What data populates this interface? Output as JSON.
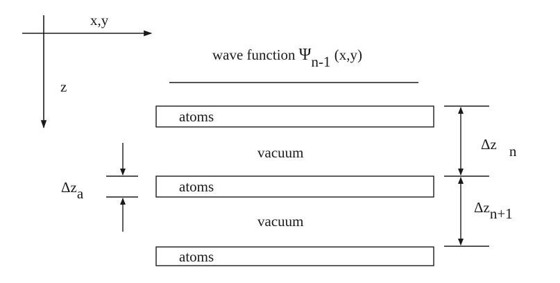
{
  "axes": {
    "horizontal_label": "x,y",
    "vertical_label": "z"
  },
  "wave_function": {
    "prefix": "wave function ",
    "symbol": "Ψ",
    "subscript": "n-1",
    "suffix": " (x,y)"
  },
  "layers": [
    {
      "kind": "atoms",
      "label": "atoms"
    },
    {
      "kind": "vacuum",
      "label": "vacuum"
    },
    {
      "kind": "atoms",
      "label": "atoms"
    },
    {
      "kind": "vacuum",
      "label": "vacuum"
    },
    {
      "kind": "atoms",
      "label": "atoms"
    }
  ],
  "dimensions": {
    "slab_thickness": {
      "base": "Δz",
      "subscript": "a"
    },
    "slice_n": {
      "base": "Δz",
      "subscript": "n"
    },
    "slice_n_plus_1": {
      "base": "Δz",
      "subscript": "n+1"
    }
  }
}
